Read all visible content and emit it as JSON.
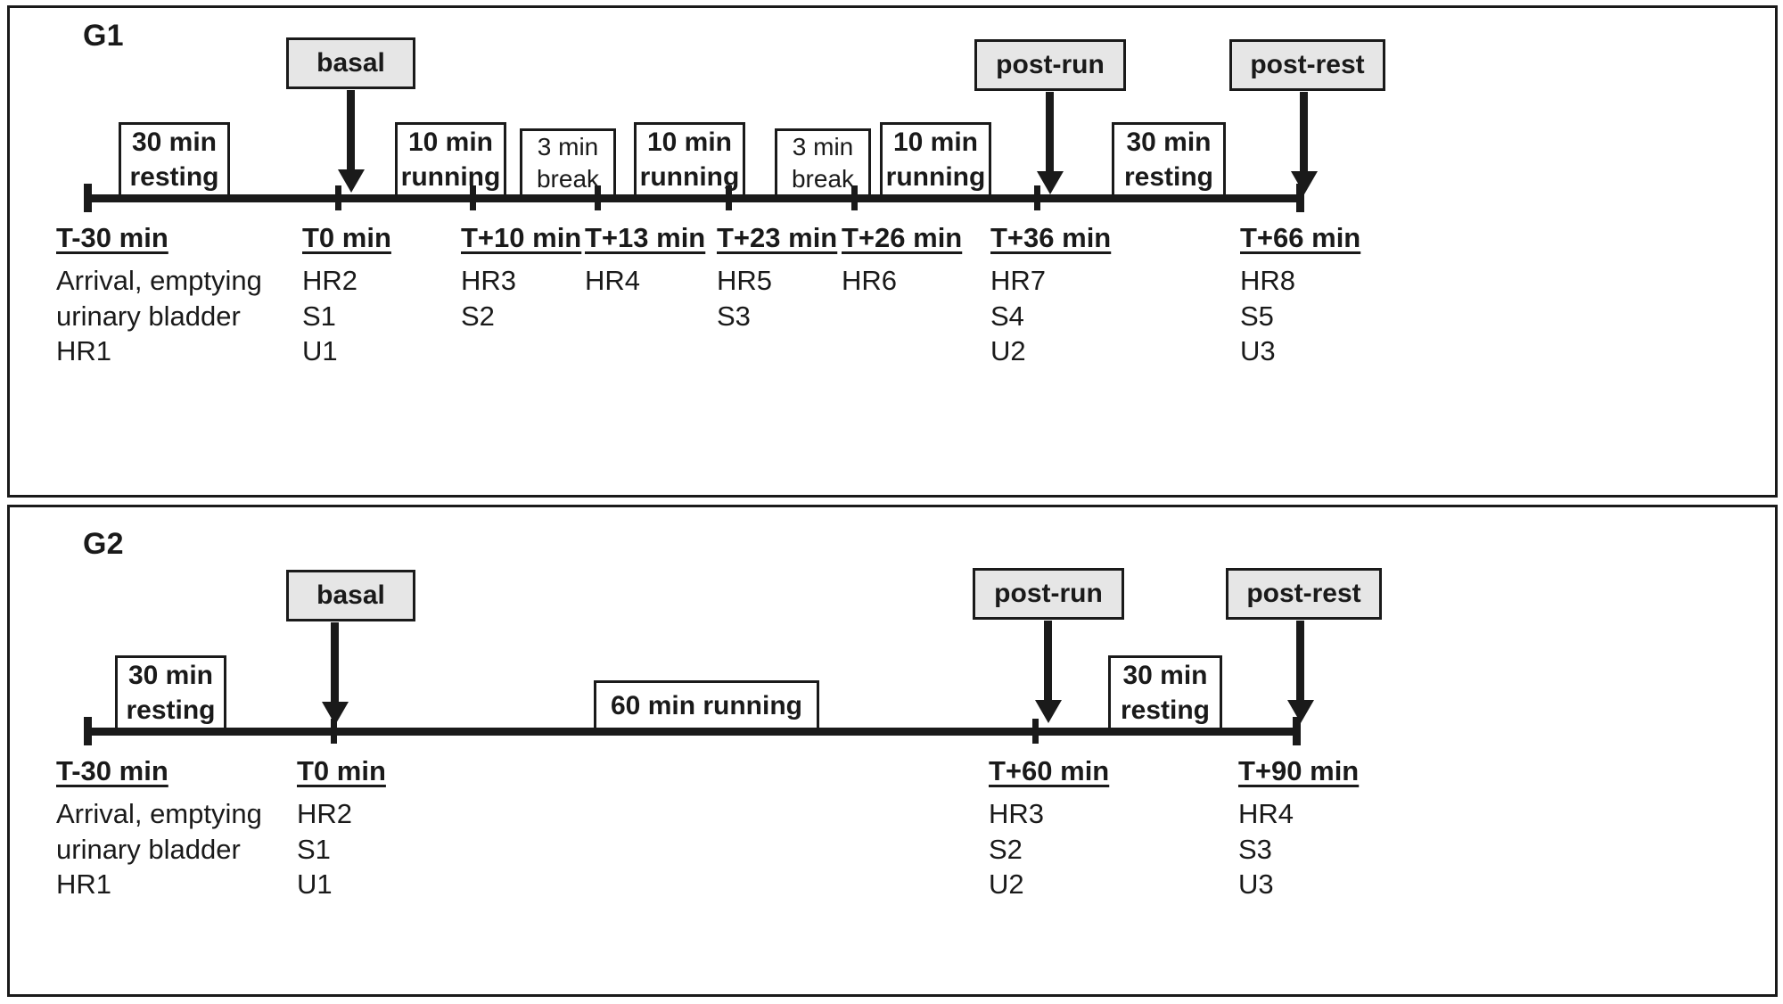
{
  "figure": {
    "title": "Study protocol timeline",
    "colors": {
      "ink": "#1a1a1a",
      "sample_box_fill": "#e6e6e6",
      "background": "#ffffff"
    }
  },
  "groups": [
    {
      "id": "g1",
      "label": "G1",
      "sample_boxes": [
        {
          "name": "basal",
          "label": "basal"
        },
        {
          "name": "post-run",
          "label": "post-run"
        },
        {
          "name": "post-rest",
          "label": "post-rest"
        }
      ],
      "duration_boxes": [
        {
          "name": "resting-30-pre",
          "line1": "30 min",
          "line2": "resting",
          "weight": "bold"
        },
        {
          "name": "running-10-a",
          "line1": "10 min",
          "line2": "running",
          "weight": "bold"
        },
        {
          "name": "break-3-a",
          "line1": "3 min",
          "line2": "break",
          "weight": "light"
        },
        {
          "name": "running-10-b",
          "line1": "10 min",
          "line2": "running",
          "weight": "bold"
        },
        {
          "name": "break-3-b",
          "line1": "3 min",
          "line2": "break",
          "weight": "light"
        },
        {
          "name": "running-10-c",
          "line1": "10 min",
          "line2": "running",
          "weight": "bold"
        },
        {
          "name": "resting-30-post",
          "line1": "30 min",
          "line2": "resting",
          "weight": "bold"
        }
      ],
      "timepoints": [
        {
          "name": "t-minus-30",
          "title": "T-30 min",
          "lines": [
            "Arrival, emptying",
            "urinary bladder",
            "HR1"
          ]
        },
        {
          "name": "t0",
          "title": "T0 min",
          "lines": [
            "HR2",
            "S1",
            "U1"
          ]
        },
        {
          "name": "t-plus-10",
          "title": "T+10 min",
          "lines": [
            "HR3",
            "S2"
          ]
        },
        {
          "name": "t-plus-13",
          "title": "T+13 min",
          "lines": [
            "HR4"
          ]
        },
        {
          "name": "t-plus-23",
          "title": "T+23 min",
          "lines": [
            "HR5",
            "S3"
          ]
        },
        {
          "name": "t-plus-26",
          "title": "T+26 min",
          "lines": [
            "HR6"
          ]
        },
        {
          "name": "t-plus-36",
          "title": "T+36 min",
          "lines": [
            "HR7",
            "S4",
            "U2"
          ]
        },
        {
          "name": "t-plus-66",
          "title": "T+66 min",
          "lines": [
            "HR8",
            "S5",
            "U3"
          ]
        }
      ]
    },
    {
      "id": "g2",
      "label": "G2",
      "sample_boxes": [
        {
          "name": "basal",
          "label": "basal"
        },
        {
          "name": "post-run",
          "label": "post-run"
        },
        {
          "name": "post-rest",
          "label": "post-rest"
        }
      ],
      "duration_boxes": [
        {
          "name": "resting-30-pre",
          "line1": "30 min",
          "line2": "resting",
          "weight": "bold"
        },
        {
          "name": "running-60",
          "line1": "60 min running",
          "line2": "",
          "weight": "single"
        },
        {
          "name": "resting-30-post",
          "line1": "30 min",
          "line2": "resting",
          "weight": "bold"
        }
      ],
      "timepoints": [
        {
          "name": "t-minus-30",
          "title": "T-30 min",
          "lines": [
            "Arrival, emptying",
            "urinary bladder",
            "HR1"
          ]
        },
        {
          "name": "t0",
          "title": "T0 min",
          "lines": [
            "HR2",
            "S1",
            "U1"
          ]
        },
        {
          "name": "t-plus-60",
          "title": "T+60 min",
          "lines": [
            "HR3",
            "S2",
            "U2"
          ]
        },
        {
          "name": "t-plus-90",
          "title": "T+90 min",
          "lines": [
            "HR4",
            "S3",
            "U3"
          ]
        }
      ]
    }
  ]
}
